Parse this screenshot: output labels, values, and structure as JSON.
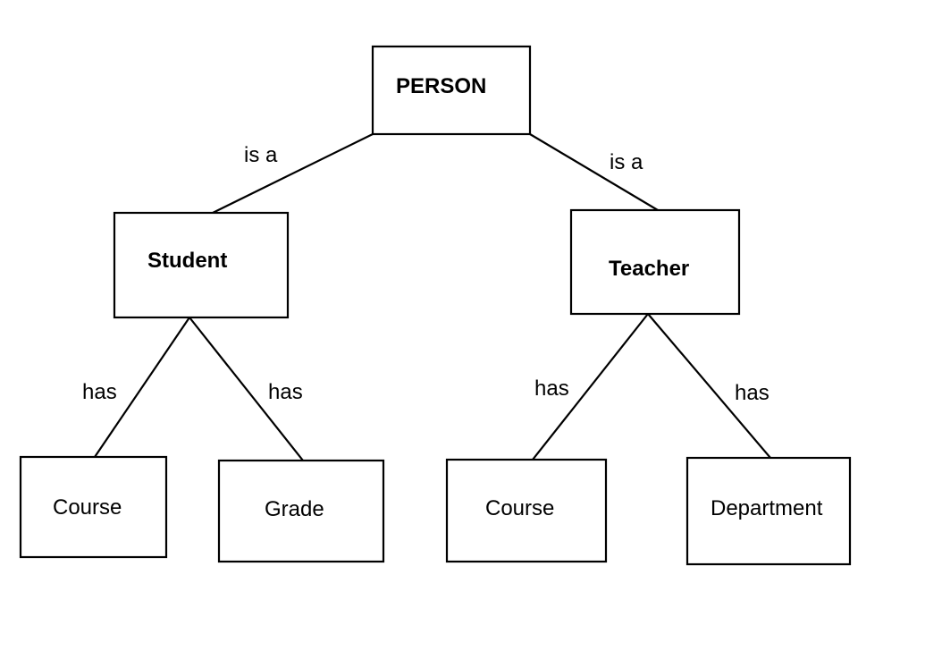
{
  "nodes": {
    "person": "PERSON",
    "student": "Student",
    "teacher": "Teacher",
    "student_course": "Course",
    "grade": "Grade",
    "teacher_course": "Course",
    "department": "Department"
  },
  "edges": {
    "person_student": "is a",
    "person_teacher": "is a",
    "student_course": "has",
    "student_grade": "has",
    "teacher_course": "has",
    "teacher_department": "has"
  },
  "colors": {
    "stroke": "#000000",
    "background": "#ffffff"
  }
}
